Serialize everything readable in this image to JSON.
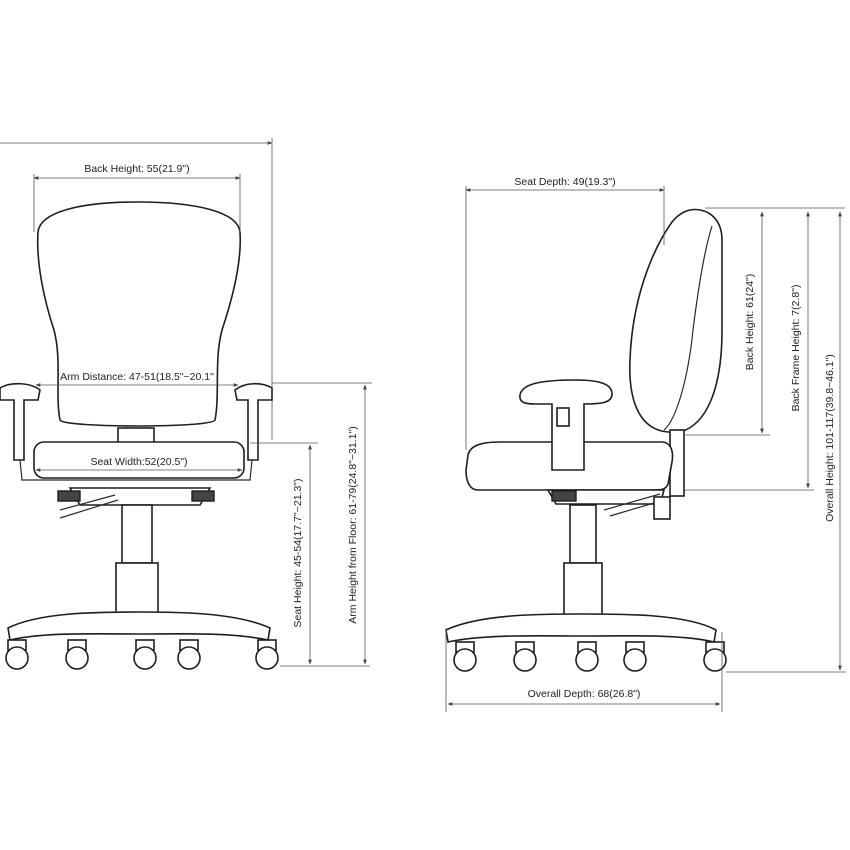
{
  "dimensions": {
    "back_width": "Back Height: 55(21.9\")",
    "arm_distance": "Arm Distance: 47-51(18.5\"~20.1\"",
    "seat_width": "Seat Width:52(20.5\")",
    "seat_height": "Seat Height: 45-54(17.7\"~21.3\")",
    "arm_height": "Arm Height from Floor: 61-79(24.8\"~31.1\")",
    "seat_depth": "Seat Depth: 49(19.3\")",
    "back_height": "Back Height: 61(24\")",
    "back_frame_height": "Back Frame Height: 7(2.8\")",
    "overall_height": "Overall Height: 101-117(39.8~46.1\")",
    "overall_depth": "Overall Depth: 68(26.8\")"
  }
}
